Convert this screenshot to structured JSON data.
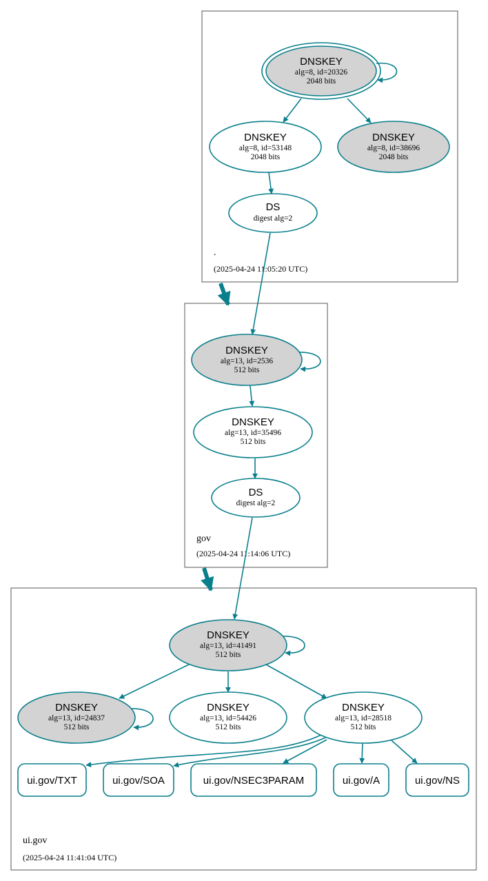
{
  "colors": {
    "accent": "#0a7f8c",
    "ksk_fill": "#d3d3d3",
    "node_fill": "#ffffff",
    "zone_border": "#555555"
  },
  "zones": {
    "root": {
      "name": ".",
      "timestamp": "(2025-04-24 11:05:20 UTC)"
    },
    "gov": {
      "name": "gov",
      "timestamp": "(2025-04-24 11:14:06 UTC)"
    },
    "uigov": {
      "name": "ui.gov",
      "timestamp": "(2025-04-24 11:41:04 UTC)"
    }
  },
  "nodes": {
    "root_ksk": {
      "type": "DNSKEY",
      "line1": "alg=8, id=20326",
      "line2": "2048 bits"
    },
    "root_zsk1": {
      "type": "DNSKEY",
      "line1": "alg=8, id=53148",
      "line2": "2048 bits"
    },
    "root_zsk2": {
      "type": "DNSKEY",
      "line1": "alg=8, id=38696",
      "line2": "2048 bits"
    },
    "root_ds": {
      "type": "DS",
      "line1": "digest alg=2"
    },
    "gov_ksk": {
      "type": "DNSKEY",
      "line1": "alg=13, id=2536",
      "line2": "512 bits"
    },
    "gov_zsk": {
      "type": "DNSKEY",
      "line1": "alg=13, id=35496",
      "line2": "512 bits"
    },
    "gov_ds": {
      "type": "DS",
      "line1": "digest alg=2"
    },
    "ui_ksk": {
      "type": "DNSKEY",
      "line1": "alg=13, id=41491",
      "line2": "512 bits"
    },
    "ui_k24837": {
      "type": "DNSKEY",
      "line1": "alg=13, id=24837",
      "line2": "512 bits"
    },
    "ui_k54426": {
      "type": "DNSKEY",
      "line1": "alg=13, id=54426",
      "line2": "512 bits"
    },
    "ui_k28518": {
      "type": "DNSKEY",
      "line1": "alg=13, id=28518",
      "line2": "512 bits"
    }
  },
  "records": {
    "txt": "ui.gov/TXT",
    "soa": "ui.gov/SOA",
    "nsec3param": "ui.gov/NSEC3PARAM",
    "a": "ui.gov/A",
    "ns": "ui.gov/NS"
  }
}
